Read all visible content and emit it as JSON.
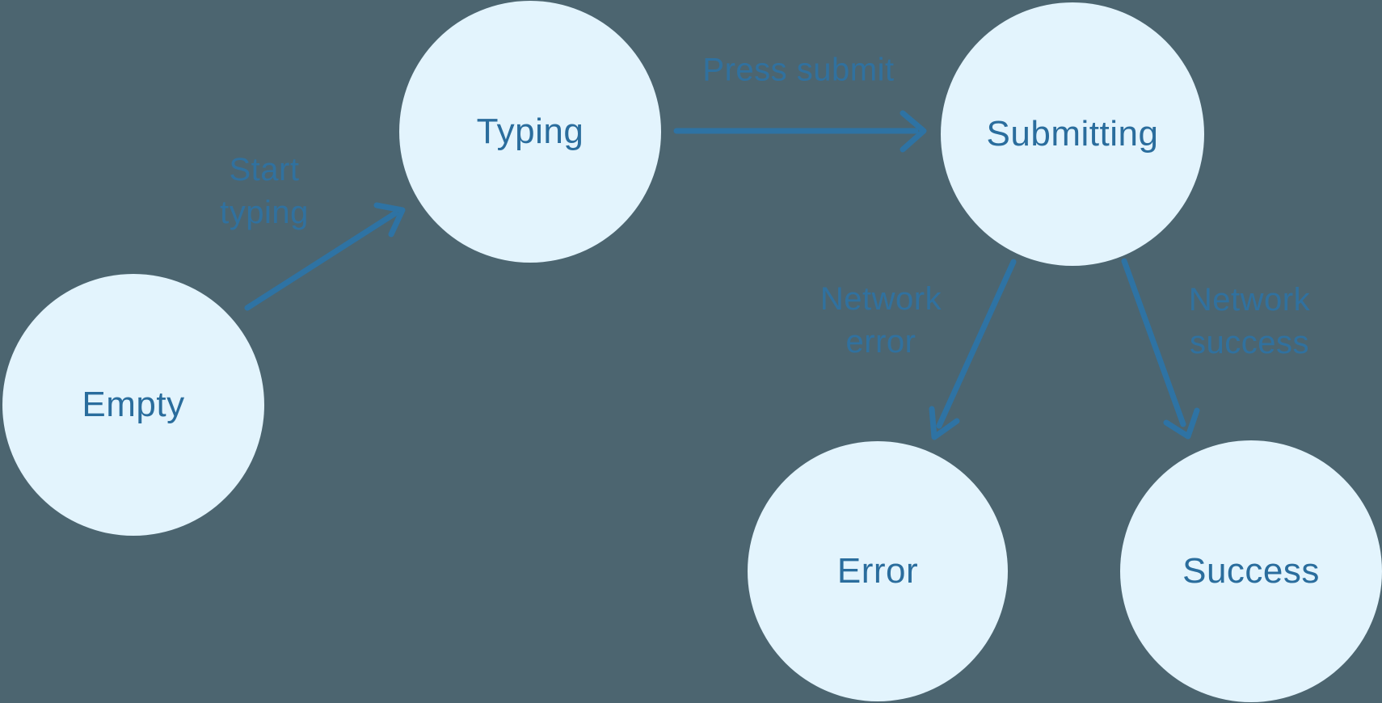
{
  "diagram": {
    "type": "state-machine",
    "colors": {
      "background": "#4C6570",
      "node_fill": "#E3F4FD",
      "node_text": "#2A6D9D",
      "edge": "#2E73A4"
    },
    "nodes": [
      {
        "id": "empty",
        "label": "Empty"
      },
      {
        "id": "typing",
        "label": "Typing"
      },
      {
        "id": "submitting",
        "label": "Submitting"
      },
      {
        "id": "error",
        "label": "Error"
      },
      {
        "id": "success",
        "label": "Success"
      }
    ],
    "edges": [
      {
        "id": "start-typing",
        "from": "empty",
        "to": "typing",
        "label": "Start\ntyping"
      },
      {
        "id": "press-submit",
        "from": "typing",
        "to": "submitting",
        "label": "Press submit"
      },
      {
        "id": "network-error",
        "from": "submitting",
        "to": "error",
        "label": "Network\nerror"
      },
      {
        "id": "network-success",
        "from": "submitting",
        "to": "success",
        "label": "Network\nsuccess"
      }
    ]
  }
}
